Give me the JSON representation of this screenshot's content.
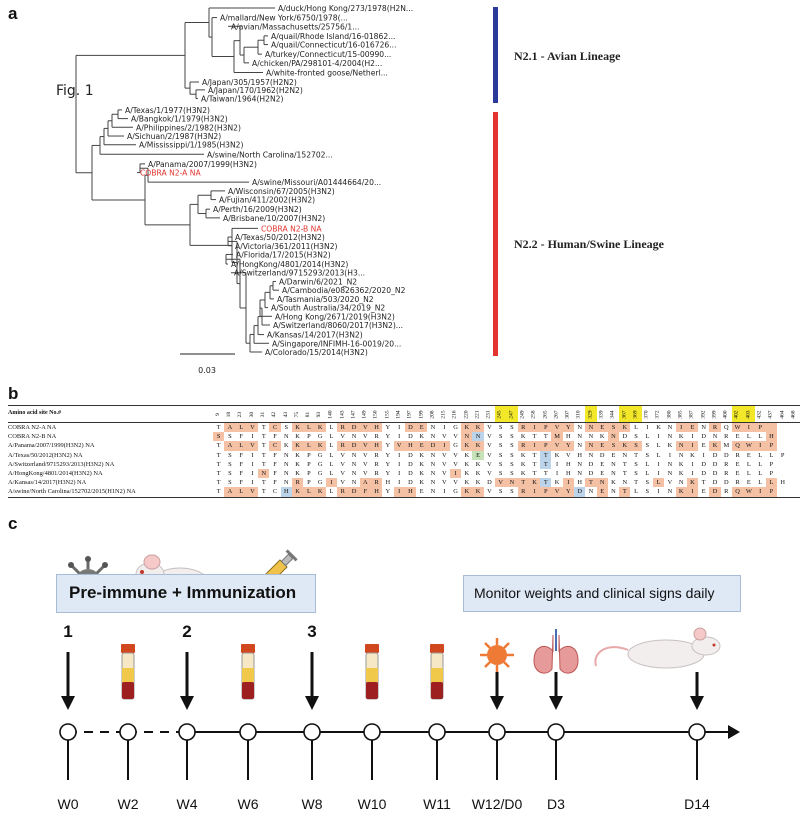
{
  "panels": {
    "a": "a",
    "b": "b",
    "c": "c"
  },
  "tree": {
    "fig_label": "Fig. 1",
    "scale_label": "0.03",
    "lineages": [
      {
        "label": "N2.1 - Avian Lineage",
        "color": "#2b3a9a"
      },
      {
        "label": "N2.2 - Human/Swine Lineage",
        "color": "#e3342f"
      }
    ],
    "taxa": [
      {
        "name": "A/duck/Hong Kong/273/1978(H2N...",
        "color": "#222"
      },
      {
        "name": "A/mallard/New York/6750/1978(...",
        "color": "#222"
      },
      {
        "name": "A/avian/Massachusetts/25756/1...",
        "color": "#222"
      },
      {
        "name": "A/quail/Rhode Island/16-01862...",
        "color": "#222"
      },
      {
        "name": "A/quail/Connecticut/16-016726...",
        "color": "#222"
      },
      {
        "name": "A/turkey/Connecticut/15-00990...",
        "color": "#222"
      },
      {
        "name": "A/chicken/PA/298101-4/2004(H2...",
        "color": "#222"
      },
      {
        "name": "A/white-fronted goose/Netherl...",
        "color": "#222"
      },
      {
        "name": "A/Japan/305/1957(H2N2)",
        "color": "#222"
      },
      {
        "name": "A/Japan/170/1962(H2N2)",
        "color": "#222"
      },
      {
        "name": "A/Taiwan/1964(H2N2)",
        "color": "#222"
      },
      {
        "name": "A/Texas/1/1977(H3N2)",
        "color": "#222"
      },
      {
        "name": "A/Bangkok/1/1979(H3N2)",
        "color": "#222"
      },
      {
        "name": "A/Philippines/2/1982(H3N2)",
        "color": "#222"
      },
      {
        "name": "A/Sichuan/2/1987(H3N2)",
        "color": "#222"
      },
      {
        "name": "A/Mississippi/1/1985(H3N2)",
        "color": "#222"
      },
      {
        "name": "A/swine/North Carolina/152702...",
        "color": "#222"
      },
      {
        "name": "A/Panama/2007/1999(H3N2)",
        "color": "#222"
      },
      {
        "name": "COBRA N2-A NA",
        "color": "#e3342f"
      },
      {
        "name": "A/swine/Missouri/A01444664/20...",
        "color": "#222"
      },
      {
        "name": "A/Wisconsin/67/2005(H3N2)",
        "color": "#222"
      },
      {
        "name": "A/Fujian/411/2002(H3N2)",
        "color": "#222"
      },
      {
        "name": "A/Perth/16/2009(H3N2)",
        "color": "#222"
      },
      {
        "name": "A/Brisbane/10/2007(H3N2)",
        "color": "#222"
      },
      {
        "name": "COBRA N2-B NA",
        "color": "#e3342f"
      },
      {
        "name": "A/Texas/50/2012(H3N2)",
        "color": "#222"
      },
      {
        "name": "A/Victoria/361/2011(H3N2)",
        "color": "#222"
      },
      {
        "name": "A/Florida/17/2015(H3N2)",
        "color": "#222"
      },
      {
        "name": "A/HongKong/4801/2014(H3N2)",
        "color": "#222"
      },
      {
        "name": "A/Switzerland/9715293/2013(H3...",
        "color": "#222"
      },
      {
        "name": "A/Darwin/6/2021_N2",
        "color": "#222"
      },
      {
        "name": "A/Cambodia/e0826362/2020_N2",
        "color": "#222"
      },
      {
        "name": "A/Tasmania/503/2020_N2",
        "color": "#222"
      },
      {
        "name": "A/South Australia/34/2019_N2",
        "color": "#222"
      },
      {
        "name": "A/Hong Kong/2671/2019(H3N2)",
        "color": "#222"
      },
      {
        "name": "A/Switzerland/8060/2017(H3N2)...",
        "color": "#222"
      },
      {
        "name": "A/Kansas/14/2017(H3N2)",
        "color": "#222"
      },
      {
        "name": "A/Singapore/INFIMH-16-0019/20...",
        "color": "#222"
      },
      {
        "name": "A/Colorado/15/2014(H3N2)",
        "color": "#222"
      }
    ]
  },
  "alignment": {
    "header_label": "Amino acid site No.#",
    "sites": [
      "9",
      "18",
      "23",
      "30",
      "31",
      "42",
      "43",
      "75",
      "81",
      "93",
      "140",
      "143",
      "147",
      "149",
      "150",
      "155",
      "194",
      "197",
      "199",
      "208",
      "215",
      "216",
      "220",
      "221",
      "231",
      "245",
      "247",
      "249",
      "258",
      "265",
      "267",
      "307",
      "310",
      "329",
      "339",
      "344",
      "367",
      "369",
      "370",
      "372",
      "380",
      "385",
      "387",
      "392",
      "399",
      "400",
      "402",
      "403",
      "432",
      "437",
      "464",
      "468"
    ],
    "highlight_sites": [
      "245",
      "247",
      "329",
      "367",
      "369",
      "402",
      "403"
    ],
    "rows": [
      {
        "name": "COBRA N2-A NA",
        "seq": "TALVTCSKLKLRDVHYIDENIGKKVSSRIPVYNNESKLIKNIENRQWIP"
      },
      {
        "name": "COBRA N2-B NA",
        "seq": "SSFITFNKPGLVNVRYIDKNVVNNVSSKTTMHNNKNDSLINKIDNRELLH"
      },
      {
        "name": "A/Panama/2007/1999(H3N2) NA",
        "seq": "TALVTCKKLKLRDVHYVHEDIGKKVSSRIPVYNNESKSSLKNIEKMQWIP"
      },
      {
        "name": "A/Texas/50/2012(H3N2) NA",
        "seq": "TSFITFNKPGLVNVRYIDKNVVKEVSSKTTKVHNDENTSLINKIDDRELLP"
      },
      {
        "name": "A/Switzerland/9715293/2013(H3N2) NA",
        "seq": "TSFITFNKPGLVNVRYIDKNVVKKVSSKTTIHNDENTSLINKIDDRELLP"
      },
      {
        "name": "A/HongKong/4801/2014(H3N2) NA",
        "seq": "TSFINFNKPGLVNVRYIDKNVIKKVSSKTTIHNDENTSLINKIDDRELLP"
      },
      {
        "name": "A/Kansas/14/2017(H3N2) NA",
        "seq": "TSFITFNRPGIVNARHIDKNVVKKDVNTKTKIHTNKNTSLVNKTDDRELLH"
      },
      {
        "name": "A/swine/North Carolina/152702/2015(H1N2) NA",
        "seq": "TALVTCHKLKLRDFHYIHENIGKKVSSRIPVYDNENTLSINKIEDRQWIP"
      }
    ]
  },
  "timeline": {
    "box_preimmune": "Pre-immune + Immunization",
    "box_monitor": "Monitor weights and clinical signs daily",
    "steps": [
      "1",
      "2",
      "3"
    ],
    "weeks": [
      "W0",
      "W2",
      "W4",
      "W6",
      "W8",
      "W10",
      "W11",
      "W12/D0",
      "D3",
      "D14"
    ],
    "icons": [
      "virus-icon",
      "mouse-icon",
      "syringe-icon",
      "blood-tube-icon",
      "red-virus-icon",
      "lungs-icon",
      "mouse-icon"
    ]
  }
}
